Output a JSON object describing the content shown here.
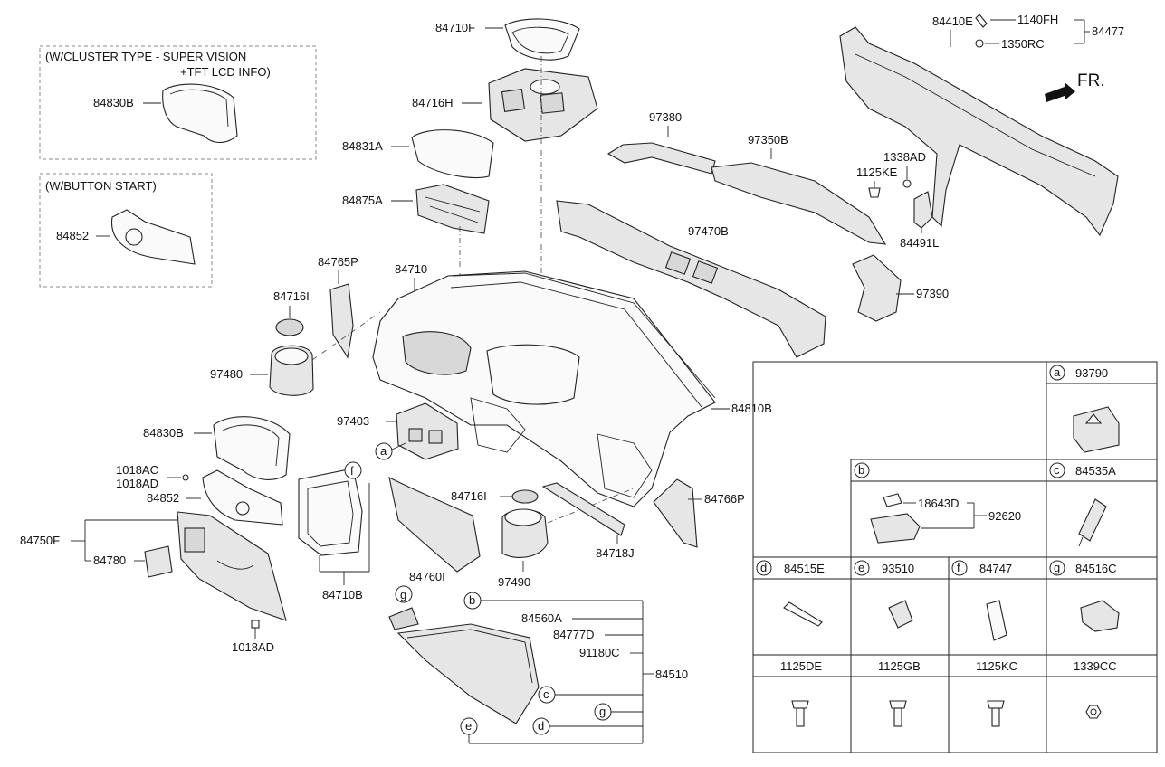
{
  "boxes": {
    "cluster_note_line1": "(W/CLUSTER TYPE - SUPER VISION",
    "cluster_note_line2": "+TFT LCD INFO)",
    "button_note": "(W/BUTTON START)"
  },
  "direction": "FR.",
  "labels": {
    "p84830B_top": "84830B",
    "p84852_top": "84852",
    "p84710F": "84710F",
    "p84716H": "84716H",
    "p84831A": "84831A",
    "p84875A": "84875A",
    "p84765P": "84765P",
    "p84710": "84710",
    "p84716I_left": "84716I",
    "p97480": "97480",
    "p97403": "97403",
    "p84830B": "84830B",
    "p1018AC": "1018AC",
    "p1018AD_top": "1018AD",
    "p84852": "84852",
    "p84750F": "84750F",
    "p84780": "84780",
    "p1018AD_bottom": "1018AD",
    "p84710B": "84710B",
    "p84760I": "84760I",
    "p84716I_right": "84716I",
    "p97490": "97490",
    "p84718J": "84718J",
    "p84766P": "84766P",
    "p84810B": "84810B",
    "p97380": "97380",
    "p97350B": "97350B",
    "p97470B": "97470B",
    "p97390": "97390",
    "p84410E": "84410E",
    "p1140FH": "1140FH",
    "p1350RC": "1350RC",
    "p84477": "84477",
    "p1338AD": "1338AD",
    "p1125KE": "1125KE",
    "p84491L": "84491L",
    "p84560A": "84560A",
    "p84777D": "84777D",
    "p91180C": "91180C",
    "p84510": "84510",
    "p18643D": "18643D",
    "p92620": "92620"
  },
  "callouts": {
    "a": "a",
    "b": "b",
    "c": "c",
    "d": "d",
    "e": "e",
    "f": "f",
    "g": "g"
  },
  "table": {
    "a_code": "93790",
    "b_code": "",
    "c_code": "84535A",
    "d_code": "84515E",
    "e_code": "93510",
    "f_code": "84747",
    "g_code": "84516C",
    "h1": "1125DE",
    "h2": "1125GB",
    "h3": "1125KC",
    "h4": "1339CC"
  }
}
